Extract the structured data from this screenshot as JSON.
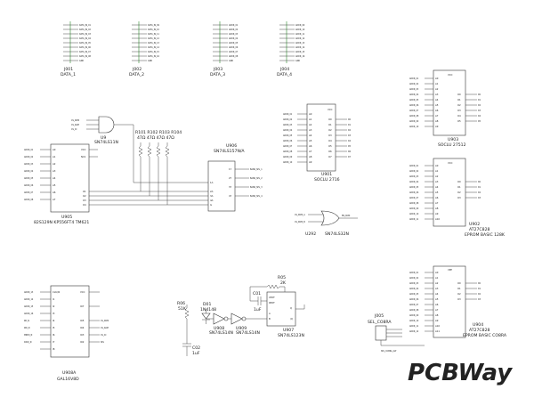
{
  "connectors": [
    {
      "ref": "J001",
      "name": "DATA_1"
    },
    {
      "ref": "J002",
      "name": "DATA_2"
    },
    {
      "ref": "J003",
      "name": "DATA_3"
    },
    {
      "ref": "J004",
      "name": "DATA_4"
    }
  ],
  "parts": {
    "u9": {
      "ref": "U9",
      "value": "SN74LS11N"
    },
    "resistors": {
      "refs": "R101 R102 R103 R104",
      "values": "47Ω 47Ω 47Ω 47Ω"
    },
    "u05": {
      "ref": "U905",
      "value": "82S129N  KP556FT4  TM621"
    },
    "u06": {
      "ref": "U906",
      "value": "SN74LS157N/A"
    },
    "u01": {
      "ref": "U901",
      "value": "SOCLU  2716"
    },
    "u03": {
      "ref": "U903",
      "value": "SOCLU  27512"
    },
    "u02": {
      "ref": "U902",
      "value": "AT27C828",
      "sub": "EPROM BASIC 128K"
    },
    "u04": {
      "ref": "U904",
      "value": "AT27C828",
      "sub": "EPROM BASIC CO8RA"
    },
    "u92": {
      "ref": "U292",
      "value": "SN74LS32N"
    },
    "r05": {
      "ref": "R05",
      "value": "2K"
    },
    "c01": {
      "ref": "C01",
      "value": "1uF"
    },
    "r06": {
      "ref": "R06",
      "value": "51K"
    },
    "d01": {
      "ref": "D01",
      "value": "1N4148"
    },
    "u08": {
      "ref": "U908",
      "value": "SN74LS14N"
    },
    "u09": {
      "ref": "U909",
      "value": "SN74LS14N"
    },
    "u07": {
      "ref": "U907",
      "value": "SN74LS123N"
    },
    "c02": {
      "ref": "C02",
      "value": "1uF"
    },
    "u0a": {
      "ref": "U908A",
      "value": "GAL16V8D"
    },
    "j05": {
      "ref": "J005",
      "value": "SEL_CO8RA"
    }
  },
  "watermark": "PCBWay"
}
